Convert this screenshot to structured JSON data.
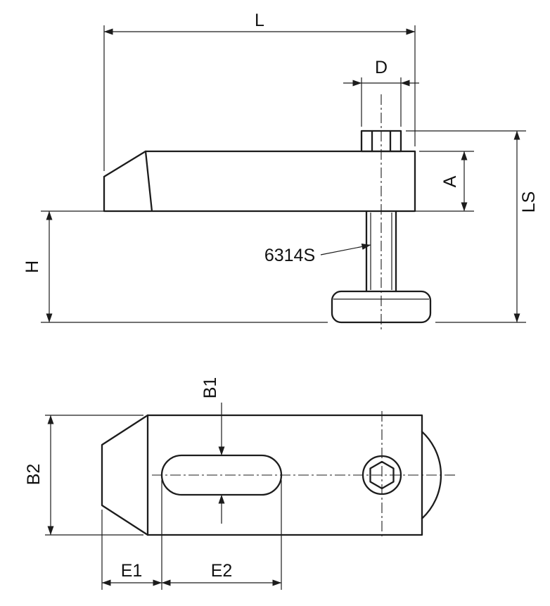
{
  "drawing": {
    "background_color": "#ffffff",
    "line_color": "#1c1c1c",
    "part_number": "6314S",
    "labels": {
      "overall_length": "L",
      "screw_diameter": "D",
      "clamp_thickness": "A",
      "screw_length": "LS",
      "clamping_height": "H",
      "slot_width": "B1",
      "body_width": "B2",
      "edge_to_slot": "E1",
      "slot_length": "E2"
    }
  }
}
